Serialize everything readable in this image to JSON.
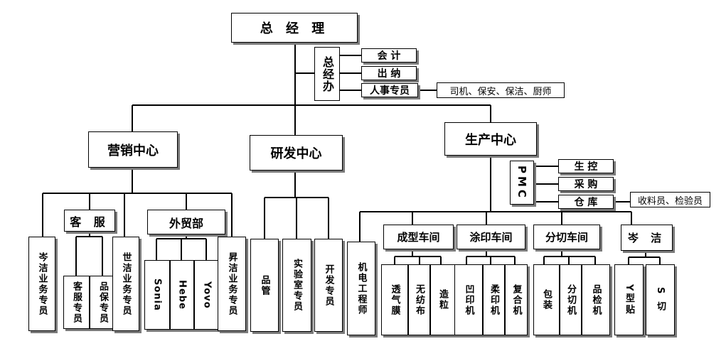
{
  "root": "总 经 理",
  "office": {
    "label": "总经办",
    "items": [
      "会  计",
      "出  纳",
      "人事专员"
    ],
    "hr_note": "司机、保安、保洁、厨师"
  },
  "marketing": {
    "label": "营销中心",
    "service": "客 服",
    "service_members": [
      "客服专员",
      "品保专员"
    ],
    "trade": "外贸部",
    "trade_members": [
      "Sonia",
      "Hebe",
      "Yovo"
    ],
    "sales": [
      "岑洁业务专员",
      "世洁业务专员",
      "昇洁业务专员"
    ]
  },
  "rnd": {
    "label": "研发中心",
    "members": [
      "品管",
      "实验室专员",
      "开发专员"
    ]
  },
  "production": {
    "label": "生产中心",
    "pmc": "PMC",
    "pmc_items": [
      "生  控",
      "采  购",
      "仓  库"
    ],
    "warehouse_note": "收料员、检验员",
    "engineer": "机电工程师",
    "workshops": [
      {
        "label": "成型车间",
        "members": [
          "透气膜",
          "无纺布",
          "造粒"
        ]
      },
      {
        "label": "涂印车间",
        "members": [
          "凹印机",
          "柔印机",
          "复合机"
        ]
      },
      {
        "label": "分切车间",
        "members": [
          "包装",
          "分切机",
          "品检机"
        ]
      },
      {
        "label": "岑 洁",
        "members": [
          "Y型贴",
          "S 切"
        ]
      }
    ]
  }
}
